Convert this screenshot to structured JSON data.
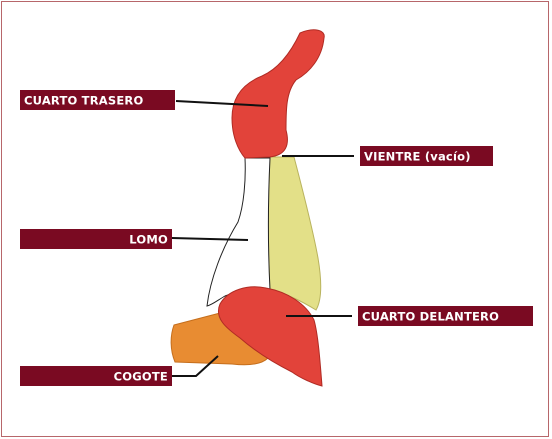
{
  "diagram": {
    "colors": {
      "frame": "#b7666a",
      "label_bg": "#7a0a22",
      "label_text": "#ffffff",
      "leader_line": "#111111",
      "red_part": "#e2433a",
      "yellow_part": "#e3e088",
      "orange_part": "#e88c32",
      "outline": "#c33530"
    },
    "labels": {
      "cuarto_trasero": "CUARTO TRASERO",
      "vientre": "VIENTRE (vacío)",
      "lomo": "LOMO",
      "cuarto_delantero": "CUARTO DELANTERO",
      "cogote": "COGOTE"
    }
  }
}
